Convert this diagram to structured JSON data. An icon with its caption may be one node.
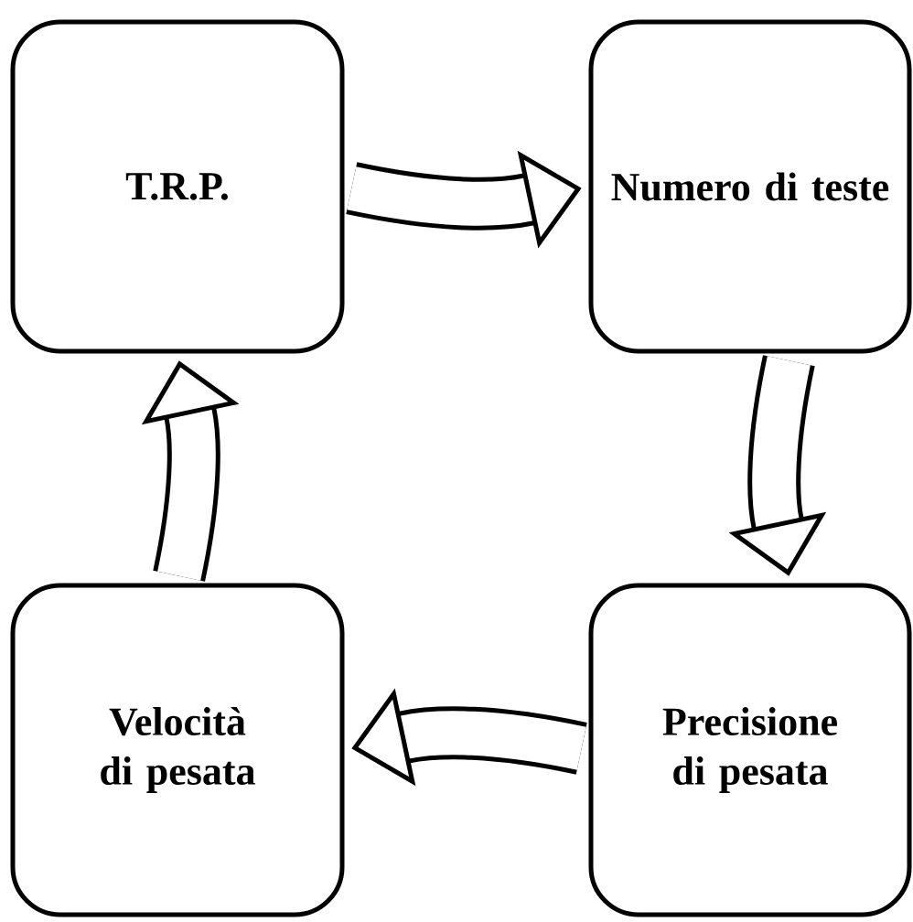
{
  "diagram": {
    "nodes": [
      {
        "text": [
          "T.R.P."
        ]
      },
      {
        "text": [
          "Numero di teste"
        ]
      },
      {
        "text": [
          "Velocità di pesata"
        ]
      },
      {
        "text": [
          "Precisione di pesata"
        ]
      }
    ],
    "edges": [
      {
        "from": 0,
        "to": 1,
        "arrow": "to"
      },
      {
        "from": 1,
        "to": 3,
        "arrow": "to"
      },
      {
        "from": 3,
        "to": 2,
        "arrow": "to"
      },
      {
        "from": 2,
        "to": 0,
        "arrow": "to"
      }
    ]
  }
}
